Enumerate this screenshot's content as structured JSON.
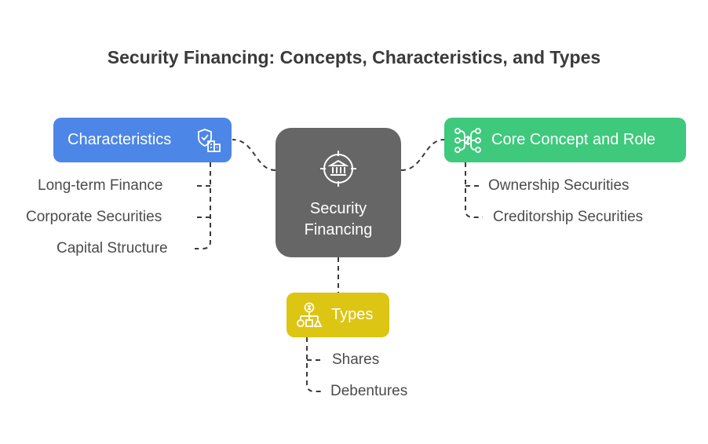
{
  "title": "Security Financing: Concepts, Characteristics, and Types",
  "colors": {
    "center": "#666666",
    "characteristics": "#4c86e7",
    "core": "#3ec97c",
    "types": "#ddc514",
    "connector": "#3a3a3a"
  },
  "center": {
    "label": "Security Financing",
    "icon": "bank-target-icon"
  },
  "characteristics": {
    "label": "Characteristics",
    "icon": "shield-building-icon",
    "items": [
      "Long-term Finance",
      "Corporate Securities",
      "Capital Structure"
    ]
  },
  "core": {
    "label": "Core Concept and Role",
    "icon": "network-nodes-icon",
    "items": [
      "Ownership Securities",
      "Creditorship Securities"
    ]
  },
  "types": {
    "label": "Types",
    "icon": "org-chart-icon",
    "items": [
      "Shares",
      "Debentures"
    ]
  }
}
